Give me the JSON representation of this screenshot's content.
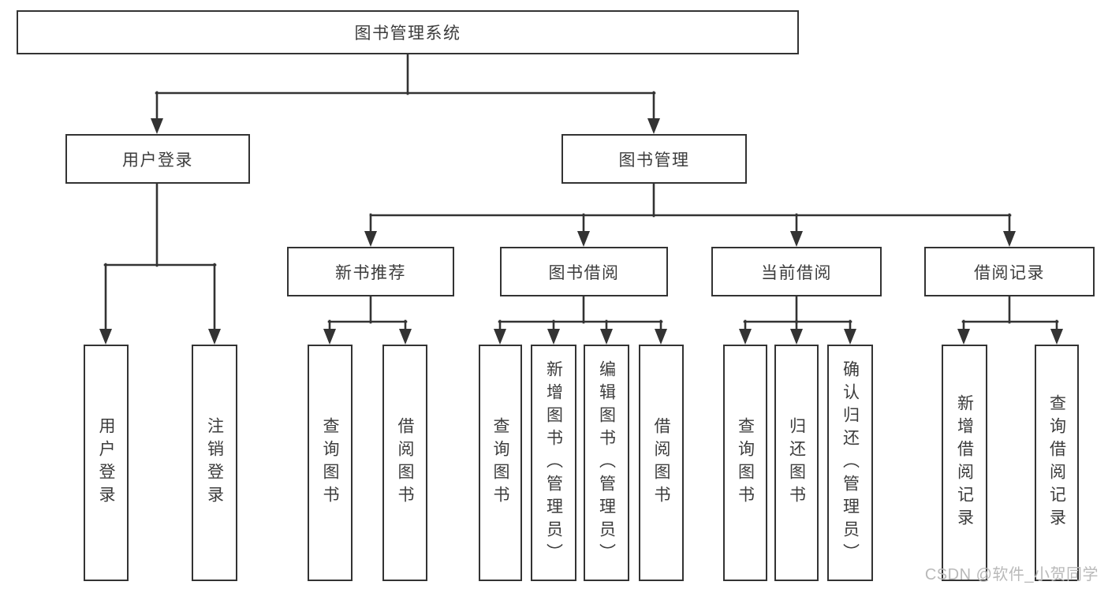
{
  "tree": {
    "root": {
      "label": "图书管理系统"
    },
    "branches": [
      {
        "label": "用户登录",
        "children": [
          {
            "label": "用户登录"
          },
          {
            "label": "注销登录"
          }
        ]
      },
      {
        "label": "图书管理",
        "children": [
          {
            "label": "新书推荐",
            "children": [
              {
                "label": "查询图书"
              },
              {
                "label": "借阅图书"
              }
            ]
          },
          {
            "label": "图书借阅",
            "children": [
              {
                "label": "查询图书"
              },
              {
                "label": "新增图书（管理员）"
              },
              {
                "label": "编辑图书（管理员）"
              },
              {
                "label": "借阅图书"
              }
            ]
          },
          {
            "label": "当前借阅",
            "children": [
              {
                "label": "查询图书"
              },
              {
                "label": "归还图书"
              },
              {
                "label": "确认归还（管理员）"
              }
            ]
          },
          {
            "label": "借阅记录",
            "children": [
              {
                "label": "新增借阅记录"
              },
              {
                "label": "查询借阅记录"
              }
            ]
          }
        ]
      }
    ]
  },
  "watermark": {
    "text": "CSDN @软件_小贺同学"
  },
  "colors": {
    "line": "#333333",
    "border": "#333333",
    "text": "#3c3c3c",
    "background": "#ffffff",
    "watermark": "#b9b9b9"
  }
}
